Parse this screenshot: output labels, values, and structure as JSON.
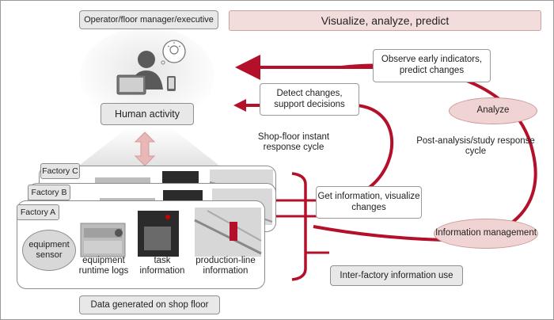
{
  "header": {
    "audience_label": "Operator/floor manager/executive",
    "banner": "Visualize, analyze, predict"
  },
  "human": {
    "label": "Human activity"
  },
  "actions": {
    "observe": "Observe early indicators, predict changes",
    "detect": "Detect changes, support decisions",
    "get_info": "Get information, visualize changes"
  },
  "ovals": {
    "analyze": "Analyze",
    "info_mgmt": "Information management",
    "sensor": "equipment sensor"
  },
  "cycles": {
    "instant": "Shop-floor instant response cycle",
    "post": "Post-analysis/study response cycle"
  },
  "factories": [
    "Factory C",
    "Factory B",
    "Factory A"
  ],
  "data_items": {
    "runtime": "equipment runtime logs",
    "task": "task information",
    "production": "production-line information"
  },
  "footer": {
    "inter_factory": "Inter-factory information use",
    "shop_floor": "Data generated on shop floor"
  },
  "colors": {
    "arrow": "#b5102a",
    "pink": "#f0d3d3",
    "gray": "#e8e8e8"
  }
}
